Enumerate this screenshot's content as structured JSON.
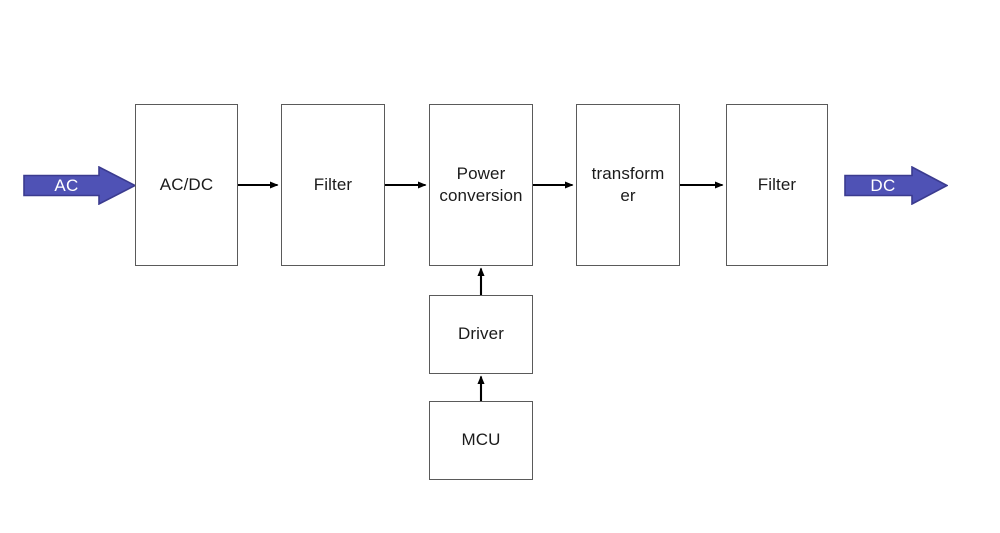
{
  "diagram": {
    "title": "AC to DC power supply block diagram",
    "background_color": "#ffffff",
    "box_border_color": "#5a5a5a",
    "box_fill_color": "#ffffff",
    "text_color": "#1b1b1b",
    "arrow_line_color": "#000000",
    "big_arrow_fill": "#4f52b5",
    "big_arrow_border": "#3b3b8f",
    "big_arrow_text_color": "#ffffff"
  },
  "io_arrows": [
    {
      "name": "input-arrow",
      "label": "AC",
      "direction": "right"
    },
    {
      "name": "output-arrow",
      "label": "DC",
      "direction": "right"
    }
  ],
  "blocks": [
    {
      "id": "ac-dc",
      "label": "AC/DC"
    },
    {
      "id": "filter-input",
      "label": "Filter"
    },
    {
      "id": "power-conversion",
      "label": "Power\nconversion"
    },
    {
      "id": "transformer",
      "label": "transform\ner"
    },
    {
      "id": "filter-output",
      "label": "Filter"
    },
    {
      "id": "driver",
      "label": "Driver"
    },
    {
      "id": "mcu",
      "label": "MCU"
    }
  ],
  "connections": [
    {
      "from": "ac-dc",
      "to": "filter-input",
      "direction": "right"
    },
    {
      "from": "filter-input",
      "to": "power-conversion",
      "direction": "right"
    },
    {
      "from": "power-conversion",
      "to": "transformer",
      "direction": "right"
    },
    {
      "from": "transformer",
      "to": "filter-output",
      "direction": "right"
    },
    {
      "from": "driver",
      "to": "power-conversion",
      "direction": "up"
    },
    {
      "from": "mcu",
      "to": "driver",
      "direction": "up"
    }
  ]
}
